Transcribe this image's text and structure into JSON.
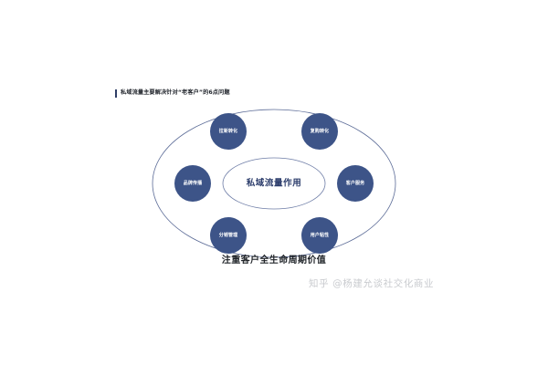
{
  "slide": {
    "background_color": "#ffffff",
    "title": {
      "text": "私域流量主要解决针对“老客户”的6点问题",
      "accent_color": "#2f3f66"
    },
    "caption": "注重客户全生命周期价值",
    "watermark": "知乎 @杨建允谈社交化商业"
  },
  "diagram": {
    "type": "radial-ellipse",
    "core_label": "私域流量作用",
    "core_text_color": "#2b3c6b",
    "outer_ellipse_stroke": "#5a6a96",
    "inner_ellipse_stroke": "#6d7ca6",
    "node_fill": "#3d5488",
    "node_text_color": "#ffffff",
    "node_count": 6,
    "nodes": [
      {
        "label": "拉新转化",
        "position": "top-left"
      },
      {
        "label": "复购转化",
        "position": "top-right"
      },
      {
        "label": "品牌传播",
        "position": "left"
      },
      {
        "label": "客户服务",
        "position": "right"
      },
      {
        "label": "分销管理",
        "position": "bottom-left"
      },
      {
        "label": "用户粘性",
        "position": "bottom-right"
      }
    ]
  }
}
